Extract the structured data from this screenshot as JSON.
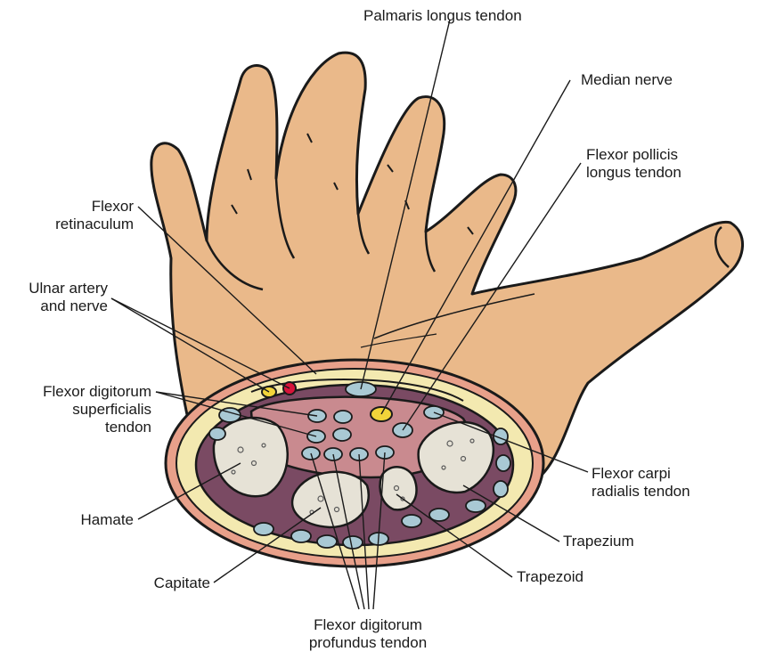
{
  "labels": {
    "palmaris_longus": [
      "Palmaris longus tendon"
    ],
    "median_nerve": [
      "Median nerve"
    ],
    "flexor_pollicis_longus": [
      "Flexor pollicis",
      "longus tendon"
    ],
    "flexor_retinaculum": [
      "Flexor",
      "retinaculum"
    ],
    "ulnar_artery_nerve": [
      "Ulnar artery",
      "and nerve"
    ],
    "flexor_digitorum_superficialis": [
      "Flexor digitorum",
      "superficialis",
      "tendon"
    ],
    "flexor_carpi_radialis": [
      "Flexor carpi",
      "radialis tendon"
    ],
    "hamate": [
      "Hamate"
    ],
    "trapezium": [
      "Trapezium"
    ],
    "capitate": [
      "Capitate"
    ],
    "trapezoid": [
      "Trapezoid"
    ],
    "flexor_digitorum_profundus": [
      "Flexor digitorum",
      "profundus tendon"
    ]
  },
  "colors": {
    "skin": "#eab98a",
    "outline": "#1a1a1a",
    "fat": "#f3e9b0",
    "muscle": "#7a4a63",
    "tunnel": "#c98a8f",
    "bone": "#e6e2d6",
    "tendon": "#a9c9d4",
    "nerve": "#f2d43a",
    "artery": "#d7143a"
  }
}
